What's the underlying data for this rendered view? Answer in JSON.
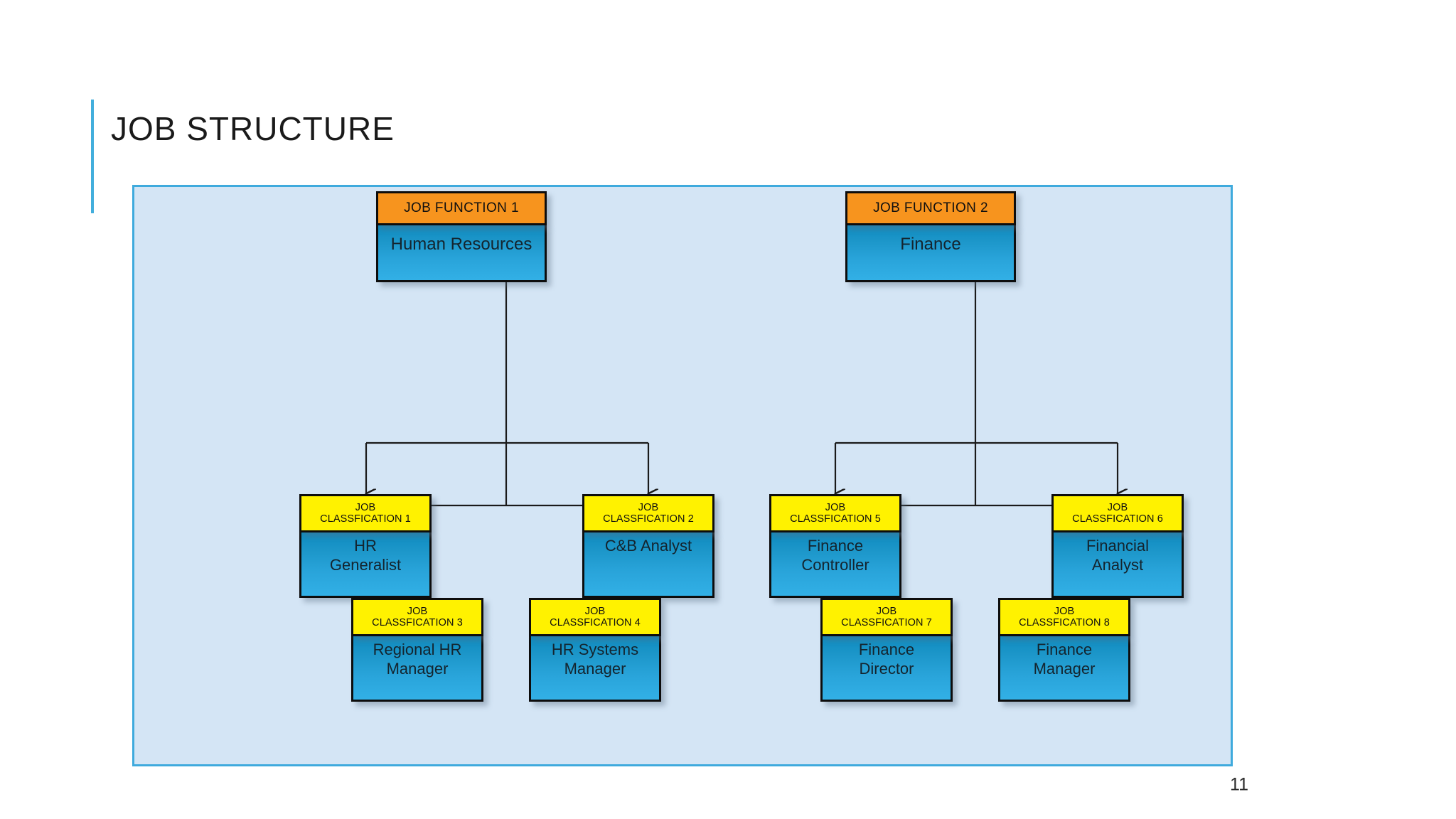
{
  "slide": {
    "title": "JOB STRUCTURE",
    "page_number": "11",
    "accent_color": "#42AEDC",
    "frame_fill": "#D4E5F5",
    "frame_border": "#3FAADD"
  },
  "colors": {
    "function_header": "#F7941E",
    "classification_header": "#FFF200",
    "body_blue_top": "#0E8BC0",
    "body_blue_bottom": "#32B0E6",
    "outline": "#0D0D0D",
    "connector": "#1A1A1A"
  },
  "chart_data": {
    "type": "diagram",
    "title": "JOB STRUCTURE",
    "nodes": [
      {
        "id": "jf1",
        "level": "function",
        "code": "JOB FUNCTION 1",
        "label": "Human Resources"
      },
      {
        "id": "jf2",
        "level": "function",
        "code": "JOB FUNCTION 2",
        "label": "Finance"
      },
      {
        "id": "jc1",
        "level": "classification",
        "code_line1": "JOB",
        "code_line2": "CLASSFICATION 1",
        "label": "HR Generalist"
      },
      {
        "id": "jc2",
        "level": "classification",
        "code_line1": "JOB",
        "code_line2": "CLASSFICATION 2",
        "label": "C&B Analyst"
      },
      {
        "id": "jc3",
        "level": "classification",
        "code_line1": "JOB",
        "code_line2": "CLASSFICATION 3",
        "label": "Regional HR Manager"
      },
      {
        "id": "jc4",
        "level": "classification",
        "code_line1": "JOB",
        "code_line2": "CLASSFICATION 4",
        "label": "HR Systems Manager"
      },
      {
        "id": "jc5",
        "level": "classification",
        "code_line1": "JOB",
        "code_line2": "CLASSFICATION 5",
        "label": "Finance Controller"
      },
      {
        "id": "jc6",
        "level": "classification",
        "code_line1": "JOB",
        "code_line2": "CLASSFICATION  6",
        "label": "Financial Analyst"
      },
      {
        "id": "jc7",
        "level": "classification",
        "code_line1": "JOB",
        "code_line2": "CLASSFICATION  7",
        "label": "Finance Director"
      },
      {
        "id": "jc8",
        "level": "classification",
        "code_line1": "JOB",
        "code_line2": "CLASSFICATION  8",
        "label": "Finance Manager"
      }
    ],
    "edges": [
      {
        "from": "jf1",
        "to": "jc1"
      },
      {
        "from": "jf1",
        "to": "jc2"
      },
      {
        "from": "jf1",
        "to": "jc3"
      },
      {
        "from": "jf1",
        "to": "jc4"
      },
      {
        "from": "jf2",
        "to": "jc5"
      },
      {
        "from": "jf2",
        "to": "jc6"
      },
      {
        "from": "jf2",
        "to": "jc7"
      },
      {
        "from": "jf2",
        "to": "jc8"
      }
    ]
  },
  "nodes": {
    "jf1": {
      "code": "JOB FUNCTION 1",
      "label": "Human Resources"
    },
    "jf2": {
      "code": "JOB FUNCTION 2",
      "label": "Finance"
    },
    "jc1": {
      "code_line1": "JOB",
      "code_line2": "CLASSFICATION 1",
      "label_line1": "HR",
      "label_line2": "Generalist"
    },
    "jc2": {
      "code_line1": "JOB",
      "code_line2": "CLASSFICATION 2",
      "label_line1": "C&B Analyst",
      "label_line2": ""
    },
    "jc3": {
      "code_line1": "JOB",
      "code_line2": "CLASSFICATION 3",
      "label_line1": "Regional HR",
      "label_line2": "Manager"
    },
    "jc4": {
      "code_line1": "JOB",
      "code_line2": "CLASSFICATION 4",
      "label_line1": "HR Systems",
      "label_line2": "Manager"
    },
    "jc5": {
      "code_line1": "JOB",
      "code_line2": "CLASSFICATION 5",
      "label_line1": "Finance",
      "label_line2": "Controller"
    },
    "jc6": {
      "code_line1": "JOB",
      "code_line2": "CLASSFICATION  6",
      "label_line1": "Financial",
      "label_line2": "Analyst"
    },
    "jc7": {
      "code_line1": "JOB",
      "code_line2": "CLASSFICATION  7",
      "label_line1": "Finance",
      "label_line2": "Director"
    },
    "jc8": {
      "code_line1": "JOB",
      "code_line2": "CLASSFICATION  8",
      "label_line1": "Finance",
      "label_line2": "Manager"
    }
  }
}
